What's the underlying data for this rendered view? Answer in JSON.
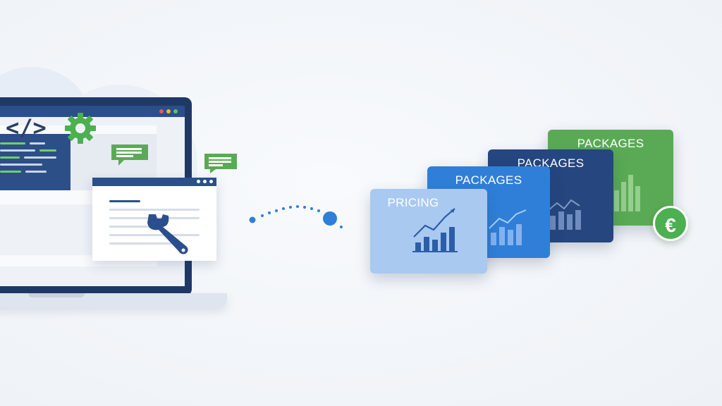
{
  "illustration": {
    "code_symbol": "</>",
    "cards": [
      {
        "title": "PRICING",
        "color": "#a9c9f1"
      },
      {
        "title": "PACKAGES",
        "color": "#2f7fd8"
      },
      {
        "title": "PACKAGES",
        "color": "#25467f"
      },
      {
        "title": "PACKAGES",
        "color": "#5aaa55"
      }
    ],
    "badge_symbol": "€",
    "icons": [
      "gear-icon",
      "wrench-icon",
      "chat-bubble-icon",
      "bar-chart-icon",
      "euro-icon"
    ],
    "colors": {
      "navy": "#1f3966",
      "green": "#4caf50",
      "blue": "#2f7fd8",
      "light_blue": "#a9c9f1"
    }
  }
}
